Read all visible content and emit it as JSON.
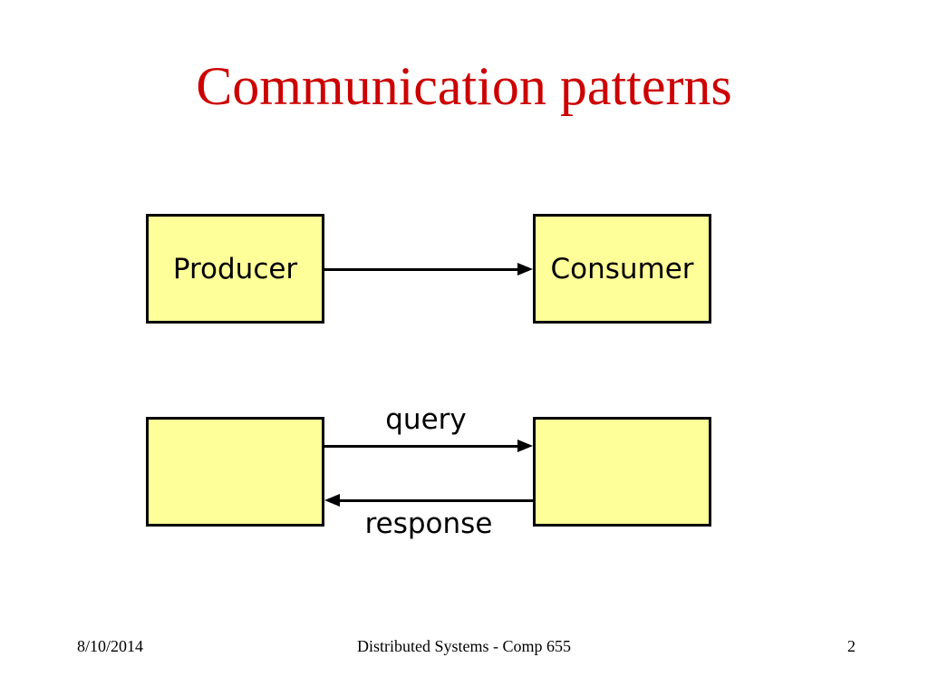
{
  "slide": {
    "title": "Communication patterns",
    "colors": {
      "title": "#cc0000",
      "box_fill": "#ffff99",
      "box_border": "#000000",
      "arrow": "#000000"
    },
    "producer_consumer_diagram": {
      "producer_label": "Producer",
      "consumer_label": "Consumer"
    },
    "query_response_diagram": {
      "query_label": "query",
      "response_label": "response"
    },
    "footer": {
      "date": "8/10/2014",
      "center": "Distributed Systems - Comp 655",
      "page_number": "2"
    }
  }
}
